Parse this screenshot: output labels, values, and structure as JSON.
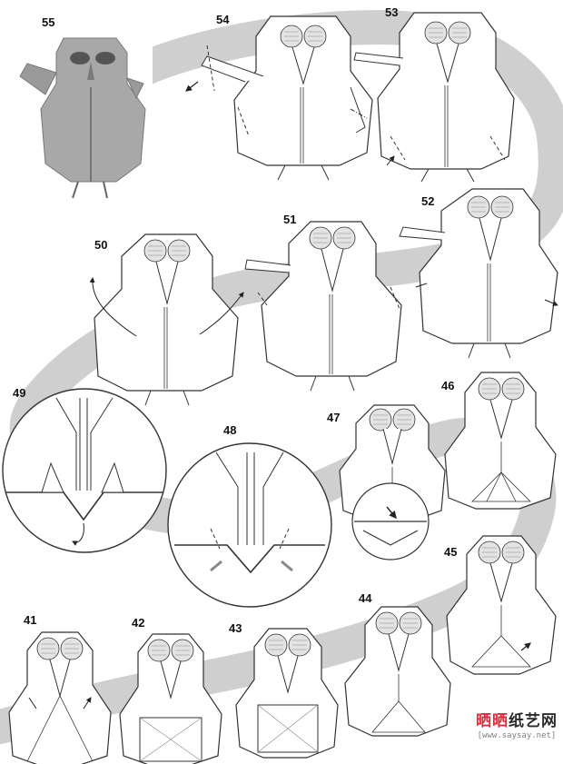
{
  "steps": [
    "55",
    "54",
    "53",
    "52",
    "51",
    "50",
    "49",
    "48",
    "47",
    "46",
    "45",
    "44",
    "43",
    "42",
    "41"
  ],
  "watermark": {
    "brand_red": "晒晒",
    "brand_dark": "纸艺网",
    "url": "[www.saysay.net]"
  },
  "colors": {
    "paper": "#ffffff",
    "paper_shade": "#e6e6e6",
    "photo_grey": "#a8a8a8",
    "path_band": "#cfcfcf",
    "line": "#333333",
    "brand_red": "#e8283c",
    "brand_dark": "#2b2b2b"
  },
  "icons": [
    "fold-arrow",
    "push-arrow",
    "valley-fold-line",
    "mountain-fold-line"
  ]
}
